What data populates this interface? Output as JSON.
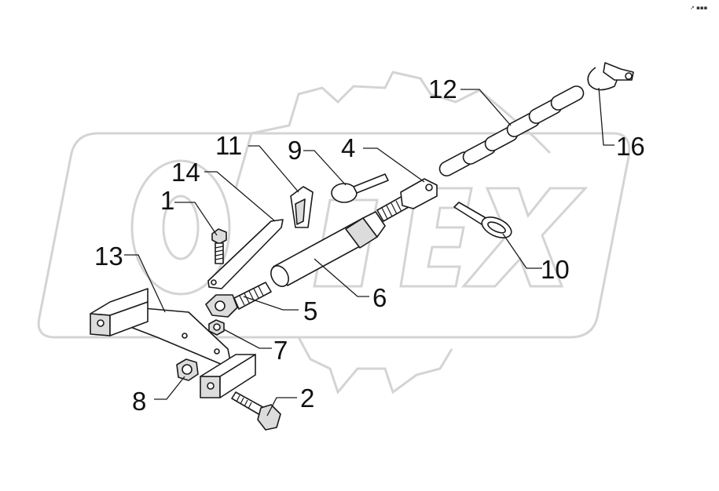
{
  "corner_mark": "↗ ▪▪▪",
  "callouts": [
    {
      "id": "1",
      "label": "1"
    },
    {
      "id": "2",
      "label": "2"
    },
    {
      "id": "4",
      "label": "4"
    },
    {
      "id": "5",
      "label": "5"
    },
    {
      "id": "6",
      "label": "6"
    },
    {
      "id": "7",
      "label": "7"
    },
    {
      "id": "8",
      "label": "8"
    },
    {
      "id": "9",
      "label": "9"
    },
    {
      "id": "10",
      "label": "10"
    },
    {
      "id": "11",
      "label": "11"
    },
    {
      "id": "12",
      "label": "12"
    },
    {
      "id": "13",
      "label": "13"
    },
    {
      "id": "14",
      "label": "14"
    },
    {
      "id": "16",
      "label": "16"
    }
  ],
  "watermark": {
    "brand": "OPEX"
  }
}
